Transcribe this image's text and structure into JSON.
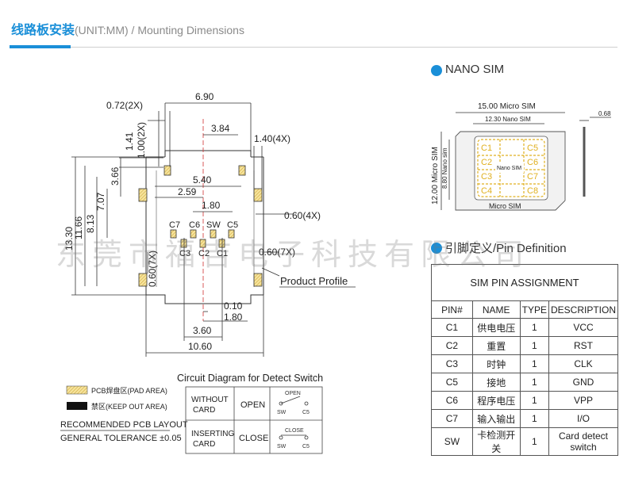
{
  "header": {
    "title_cn": "线路板安装",
    "title_en": "(UNIT:MM) / Mounting Dimensions",
    "accent_color": "#1a8fd8"
  },
  "pcb_layout": {
    "dims": {
      "d_6_90": "6.90",
      "d_0_72": "0.72(2X)",
      "d_3_84": "3.84",
      "d_1_41": "1.41",
      "d_1_00": "1.00(2X)",
      "d_1_40": "1.40(4X)",
      "d_3_66": "3.66",
      "d_5_40": "5.40",
      "d_2_59": "2.59",
      "d_1_80_top": "1.80",
      "d_7_07": "7.07",
      "d_8_13": "8.13",
      "d_11_66": "11.66",
      "d_13_30": "13.30",
      "d_0_60_4x": "0.60(4X)",
      "d_0_60_7x_right": "0.60(7X)",
      "d_0_60_7x_left": "0.60(7X)",
      "d_0_10": "0.10",
      "d_1_80_bottom": "1.80",
      "d_3_60": "3.60",
      "d_10_60": "10.60"
    },
    "pad_labels": {
      "c7": "C7",
      "c6": "C6",
      "sw": "SW",
      "c5": "C5",
      "c3": "C3",
      "c2": "C2",
      "c1": "C1"
    },
    "product_profile": "Product Profile"
  },
  "legend": {
    "pad_area": "PCB焊盘区(PAD AREA)",
    "keep_out": "禁区(KEEP OUT AREA)",
    "recommended": "RECOMMENDED PCB LAYOUT",
    "tolerance": "GENERAL TOLERANCE ±0.05"
  },
  "detect_switch": {
    "title": "Circuit Diagram for Detect Switch",
    "rows": [
      {
        "state": "WITHOUT CARD",
        "status": "OPEN",
        "switch_label": "OPEN",
        "sw": "SW",
        "c5": "C5"
      },
      {
        "state": "INSERTING CARD",
        "status": "CLOSE",
        "switch_label": "CLOSE",
        "sw": "SW",
        "c5": "C5"
      }
    ]
  },
  "nano_sim": {
    "section_title": "NANO SIM",
    "d_15_00": "15.00 Micro SIM",
    "d_12_30": "12.30 Nano SIM",
    "d_0_68": "0.68",
    "d_12_00": "12.00 Micro SIM",
    "d_8_80": "8.80 Nano sim",
    "nano_label": "Nano SIM",
    "micro_label": "Micro SIM",
    "contacts": {
      "c1": "C1",
      "c5": "C5",
      "c2": "C2",
      "c6": "C6",
      "c3": "C3",
      "c7": "C7",
      "c4": "C4",
      "c8": "C8"
    }
  },
  "pin_definition": {
    "section_title": "引脚定义/Pin Definition",
    "table_title": "SIM PIN ASSIGNMENT",
    "headers": [
      "PIN#",
      "NAME",
      "TYPE",
      "DESCRIPTION"
    ],
    "rows": [
      [
        "C1",
        "供电电压",
        "1",
        "VCC"
      ],
      [
        "C2",
        "重置",
        "1",
        "RST"
      ],
      [
        "C3",
        "时钟",
        "1",
        "CLK"
      ],
      [
        "C5",
        "接地",
        "1",
        "GND"
      ],
      [
        "C6",
        "程序电压",
        "1",
        "VPP"
      ],
      [
        "C7",
        "输入输出",
        "1",
        "I/O"
      ],
      [
        "SW",
        "卡检测开关",
        "1",
        "Card detect switch"
      ]
    ]
  },
  "watermark": "东莞市福吉电子科技有限公司"
}
